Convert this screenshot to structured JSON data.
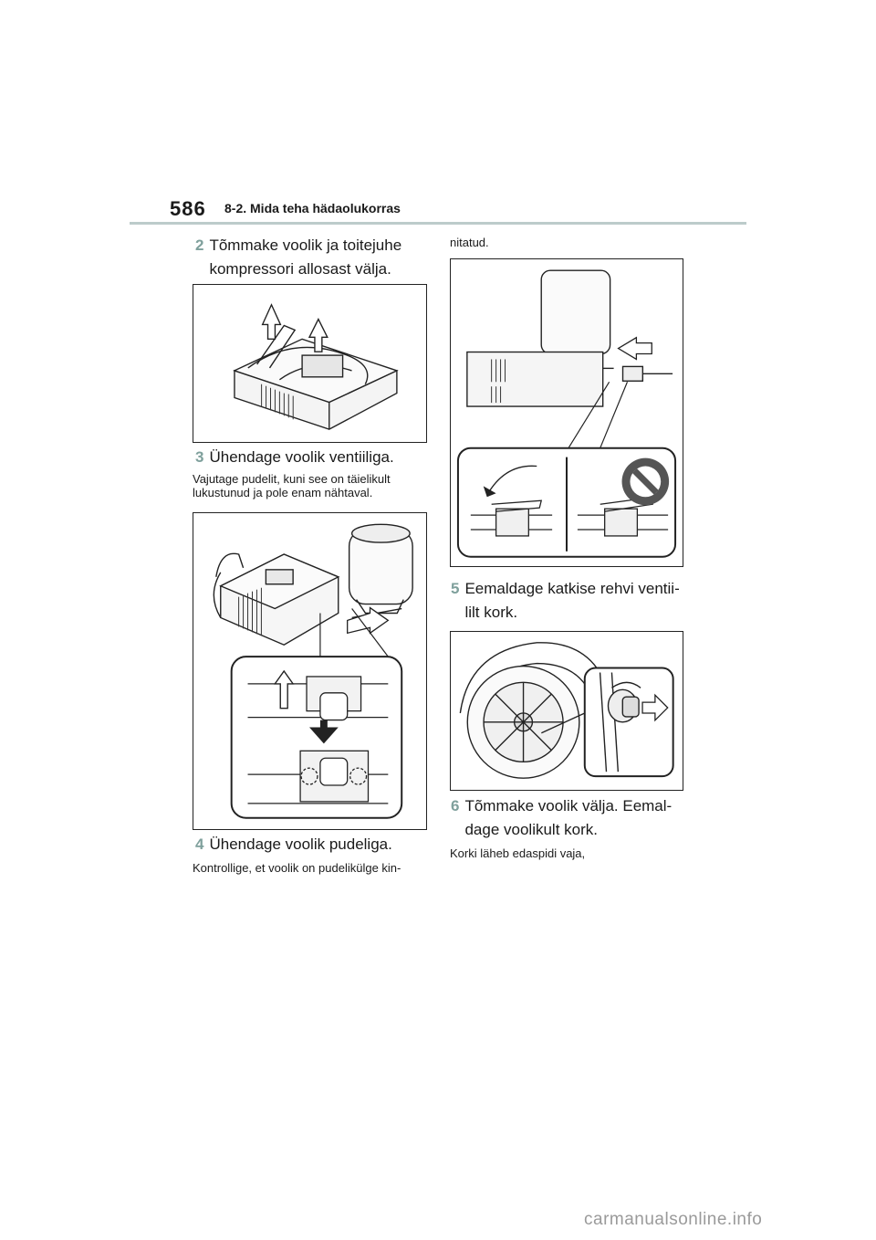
{
  "header": {
    "page_number": "586",
    "section_title": "8-2. Mida teha hädaolukorras"
  },
  "left": {
    "step2": {
      "num": "2",
      "line1": "Tõmmake voolik ja toitejuhe",
      "line2": "kompressori allosast välja."
    },
    "step3": {
      "num": "3",
      "text": "Ühendage voolik ventiiliga."
    },
    "note3": {
      "line1": "Vajutage pudelit, kuni see on täielikult",
      "line2": "lukustunud ja pole enam nähtaval."
    },
    "step4": {
      "num": "4",
      "text": "Ühendage voolik pudeliga."
    },
    "note4": "Kontrollige, et voolik on pudelikülge kin-"
  },
  "right": {
    "note_cont": "nitatud.",
    "step5": {
      "num": "5",
      "line1": "Eemaldage katkise rehvi ventii-",
      "line2": "lilt kork."
    },
    "step6": {
      "num": "6",
      "line1": "Tõmmake voolik välja. Eemal-",
      "line2": "dage voolikult kork."
    },
    "note6": "Korki läheb edaspidi vaja,"
  },
  "watermark": "carmanualsonline.info"
}
